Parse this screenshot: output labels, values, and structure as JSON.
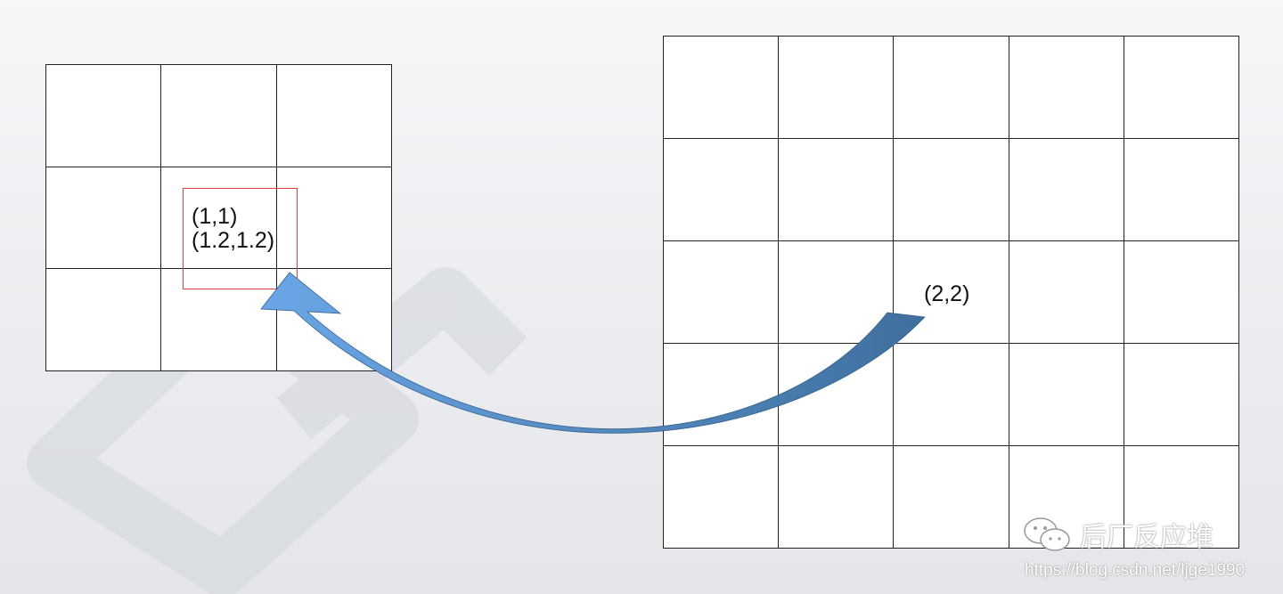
{
  "small_grid": {
    "rows": 3,
    "cols": 3
  },
  "large_grid": {
    "rows": 5,
    "cols": 5
  },
  "labels": {
    "dst_int": "(1,1)",
    "dst_float": "(1.2,1.2)",
    "src": "(2,2)"
  },
  "colors": {
    "highlight": "#e13b3b",
    "arrow_light": "#6aa6e6",
    "arrow_dark": "#3f6f9e",
    "grid_line": "#222222"
  },
  "watermark": {
    "icon": "wechat-icon",
    "name": "后厂反应堆",
    "url": "https://blog.csdn.net/ljge1990"
  }
}
